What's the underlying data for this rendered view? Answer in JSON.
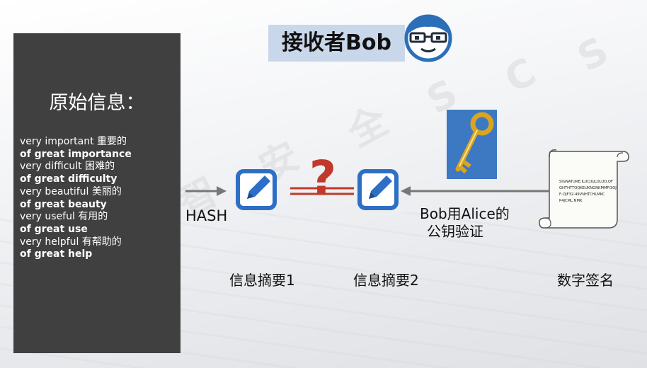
{
  "receiver_title": "接收者Bob",
  "source_panel": {
    "title": "原始信息：",
    "lines": [
      {
        "text": "very important 重要的",
        "bold": false
      },
      {
        "text": "of great importance",
        "bold": true
      },
      {
        "text": "very difficult 困难的",
        "bold": false
      },
      {
        "text": "of great difficulty",
        "bold": true
      },
      {
        "text": "very beautiful 美丽的",
        "bold": false
      },
      {
        "text": "of great beauty",
        "bold": true
      },
      {
        "text": "very useful 有用的",
        "bold": false
      },
      {
        "text": "of great use",
        "bold": true
      },
      {
        "text": "very helpful 有帮助的",
        "bold": false
      },
      {
        "text": "of great help",
        "bold": true
      }
    ]
  },
  "labels": {
    "hash": "HASH",
    "digest1": "信息摘要1",
    "digest2": "信息摘要2",
    "verify_line1": "Bob用Alice的",
    "verify_line2": "公钥验证",
    "signature": "数字签名",
    "question_mark": "?"
  },
  "signature_scroll_text": [
    "SIGNATURE:ILUCJUJLOLUO,OF",
    "GHTHTTOQKEUKNGNKMMFI3OJ",
    "F-OJF32-49VNHTCHLMKC",
    "P4JCML NMK"
  ],
  "watermark_chars": [
    "智",
    "安",
    "全",
    "S",
    "C",
    "S"
  ],
  "colors": {
    "panel_bg": "#404040",
    "title_bg": "#c9d7ea",
    "doc_icon_blue": "#2e6fc6",
    "question_red": "#c0392b",
    "arrow_gray": "#777777"
  }
}
